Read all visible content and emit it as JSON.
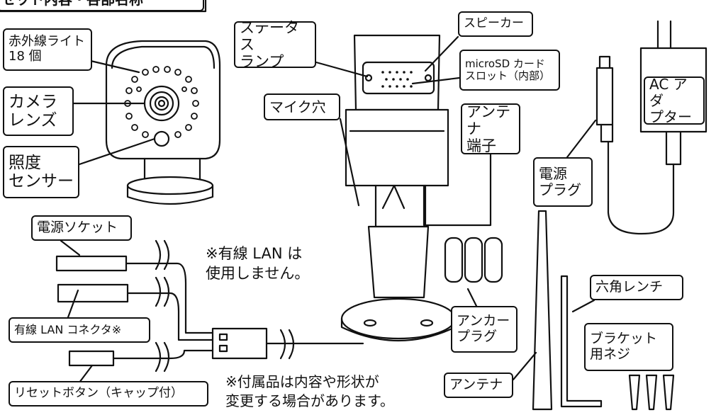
{
  "header": "セット内容・各部名称",
  "labels": {
    "ir_light": "赤外線ライト\n18 個",
    "camera_lens": "カメラ\nレンズ",
    "light_sensor": "照度\nセンサー",
    "status_lamp": "ステータス\nランプ",
    "speaker": "スピーカー",
    "microsd_slot": "microSD カード\nスロット（内部）",
    "mic_hole": "マイク穴",
    "antenna_terminal": "アンテナ\n端子",
    "ac_adapter": "AC アダ\nプター",
    "power_plug": "電源\nプラグ",
    "power_socket": "電源ソケット",
    "lan_connector": "有線 LAN コネクタ※",
    "reset_button": "リセットボタン（キャップ付）",
    "anchor_plug": "アンカー\nプラグ",
    "hex_wrench": "六角レンチ",
    "bracket_screws": "ブラケット\n用ネジ",
    "antenna": "アンテナ"
  },
  "notes": {
    "lan_note": "※有線 LAN は\n使用しません。",
    "accessory_note": "※付属品は内容や形状が\n変更する場合があります。"
  }
}
